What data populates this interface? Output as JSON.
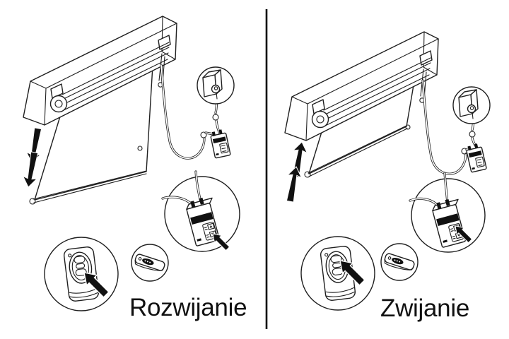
{
  "figure": {
    "type": "projection-screen-operation-instructions",
    "divider": {
      "orientation": "vertical",
      "color": "#000000"
    }
  },
  "colors": {
    "background": "#ffffff",
    "line": "#1f1f1f",
    "arrow_fill": "#111111"
  },
  "panels": [
    {
      "label": "Rozwijanie",
      "arrow_direction": "down",
      "screen_state": "extended",
      "icons": [
        "down-arrows-icon",
        "wall-plug-socket-icon",
        "control-box-icon",
        "wall-switch-icon",
        "remote-control-icon",
        "cursor-arrow-icon"
      ],
      "pressed_control": "down-button"
    },
    {
      "label": "Zwijanie",
      "arrow_direction": "up",
      "screen_state": "retracted",
      "icons": [
        "up-arrows-icon",
        "wall-plug-socket-icon",
        "control-box-icon",
        "wall-switch-icon",
        "remote-control-icon",
        "cursor-arrow-icon"
      ],
      "pressed_control": "up-button"
    }
  ]
}
